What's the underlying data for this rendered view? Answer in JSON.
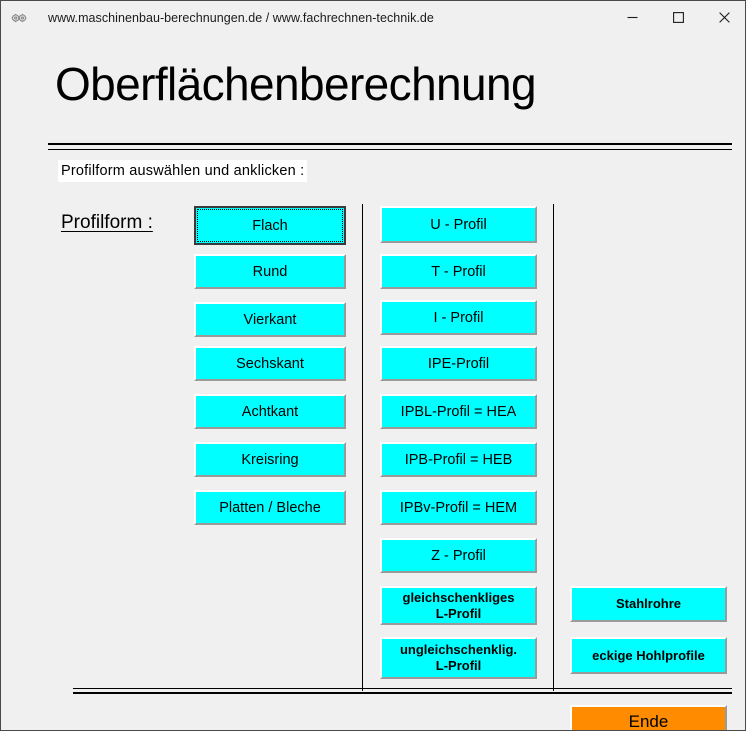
{
  "window": {
    "title": "www.maschinenbau-berechnungen.de / www.fachrechnen-technik.de",
    "icon": "gears-icon",
    "controls": {
      "minimize": "minimize-icon",
      "maximize": "maximize-icon",
      "close": "close-icon"
    }
  },
  "page": {
    "title": "Oberflächenberechnung",
    "subtitle": "Profilform  auswählen  und  anklicken :",
    "section_label": "Profilform :"
  },
  "colors": {
    "button": "#00ffff",
    "end_button": "#ff8c00",
    "background": "#f0f0f0",
    "text": "#000000"
  },
  "columns": {
    "left": {
      "buttons": [
        {
          "label": "Flach",
          "default": true
        },
        {
          "label": "Rund",
          "default": false
        },
        {
          "label": "Vierkant",
          "default": false
        },
        {
          "label": "Sechskant",
          "default": false
        },
        {
          "label": "Achtkant",
          "default": false
        },
        {
          "label": "Kreisring",
          "default": false
        },
        {
          "label": "Platten / Bleche",
          "default": false
        }
      ]
    },
    "middle": {
      "buttons": [
        {
          "label": "U - Profil",
          "bold": false
        },
        {
          "label": "T - Profil",
          "bold": false
        },
        {
          "label": "I - Profil",
          "bold": false
        },
        {
          "label": "IPE-Profil",
          "bold": false
        },
        {
          "label": "IPBL-Profil = HEA",
          "bold": false
        },
        {
          "label": "IPB-Profil = HEB",
          "bold": false
        },
        {
          "label": "IPBv-Profil = HEM",
          "bold": false
        },
        {
          "label": "Z - Profil",
          "bold": false
        },
        {
          "label": "gleichschenkliges\nL-Profil",
          "bold": true
        },
        {
          "label": "ungleichschenklig.\nL-Profil",
          "bold": true
        }
      ]
    },
    "right": {
      "buttons": [
        {
          "label": "Stahlrohre",
          "bold": true
        },
        {
          "label": "eckige Hohlprofile",
          "bold": true
        }
      ]
    }
  },
  "footer": {
    "end_button": "Ende"
  }
}
